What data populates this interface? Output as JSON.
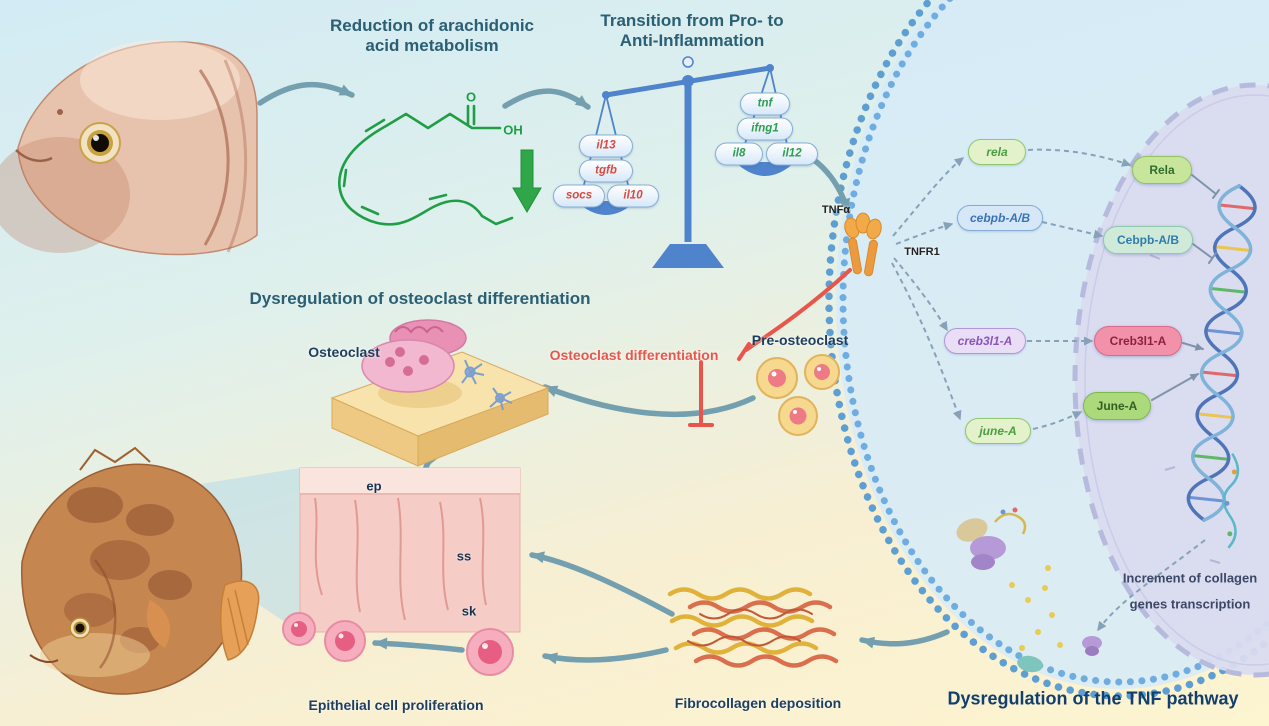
{
  "titles": {
    "reduction_line1": "Reduction of arachidonic",
    "reduction_line2": "acid metabolism",
    "transition_line1": "Transition from Pro- to",
    "transition_line2": "Anti-Inflammation",
    "osteoclast_section": "Dysregulation of osteoclast differentiation",
    "tnf_section": "Dysregulation of the TNF pathway"
  },
  "molecule": {
    "o": "O",
    "oh": "OH"
  },
  "balance": {
    "anti_items": [
      "il13",
      "tgfb",
      "socs",
      "il10"
    ],
    "pro_items": [
      "tnf",
      "ifng1",
      "il8",
      "il12"
    ],
    "anti_text_color": "#d84a42",
    "pro_text_color": "#2e9e4f"
  },
  "receptor": {
    "ligand": "TNFα",
    "name": "TNFR1"
  },
  "pathway": {
    "genes": [
      {
        "label": "rela",
        "color": "#4a9e3f"
      },
      {
        "label": "cebpb-A/B",
        "color": "#3a74b8"
      },
      {
        "label": "creb3l1-A",
        "color": "#8a55bb"
      },
      {
        "label": "june-A",
        "color": "#4a9e3f"
      }
    ],
    "proteins": [
      {
        "label": "Rela",
        "color": "#2f6e2f"
      },
      {
        "label": "Cebpb-A/B",
        "color": "#2e7dab"
      },
      {
        "label": "Creb3l1-A",
        "color": "#8e2140"
      },
      {
        "label": "June-A",
        "color": "#30601f"
      }
    ],
    "nucleus_note_line1": "Increment of collagen",
    "nucleus_note_line2": "genes transcription"
  },
  "osteoclast": {
    "cell_label": "Osteoclast",
    "differentiation_label": "Osteoclast differentiation",
    "pre_label": "Pre-osteoclast"
  },
  "skin": {
    "ep": "ep",
    "ss": "ss",
    "sk": "sk"
  },
  "bottom": {
    "epithelial": "Epithelial cell proliferation",
    "fibrocollagen": "Fibrocollagen deposition"
  },
  "colors": {
    "section_title": "#2b5f74",
    "navy_title": "#123f6d",
    "inhibit_red": "#e8564b",
    "arrow_teal": "#739fae",
    "balance_blue": "#4f83cb",
    "membrane_blue": "#5d9fd2",
    "molecule_green": "#1f9e46"
  }
}
